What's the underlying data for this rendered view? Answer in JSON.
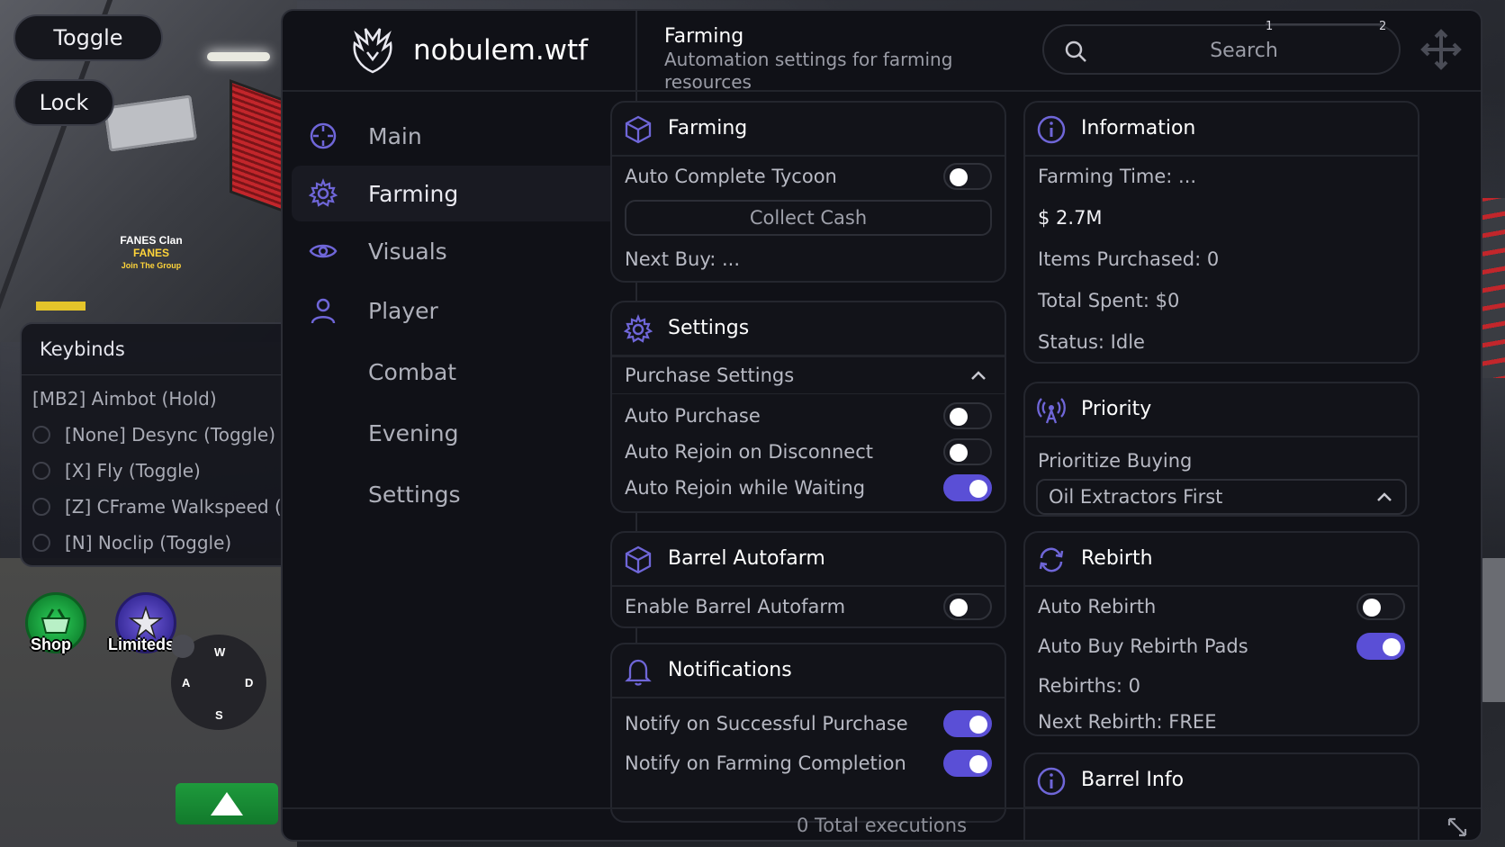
{
  "overlay": {
    "toggle_label": "Toggle",
    "lock_label": "Lock"
  },
  "game": {
    "sign": [
      "FANES Clan",
      "FANES",
      "Join The Group"
    ],
    "shop_label": "Shop",
    "limited_label": "Limiteds",
    "dpad": {
      "up": "W",
      "left": "A",
      "right": "D",
      "down": "S"
    }
  },
  "keybinds": {
    "title": "Keybinds",
    "items": [
      {
        "label": "[MB2] Aimbot (Hold)",
        "dot": false
      },
      {
        "label": "[None] Desync (Toggle)",
        "dot": true
      },
      {
        "label": "[X] Fly (Toggle)",
        "dot": true
      },
      {
        "label": "[Z] CFrame Walkspeed (Toggle)",
        "dot": true
      },
      {
        "label": "[N] Noclip (Toggle)",
        "dot": true
      }
    ]
  },
  "window": {
    "logo": "nobulem.wtf",
    "nav": [
      {
        "label": "Main",
        "icon": "compass-icon",
        "active": false
      },
      {
        "label": "Farming",
        "icon": "gear-icon",
        "active": true
      },
      {
        "label": "Visuals",
        "icon": "eye-icon",
        "active": false
      },
      {
        "label": "Player",
        "icon": "user-icon",
        "active": false
      },
      {
        "label": "Combat",
        "icon": "",
        "active": false
      },
      {
        "label": "Evening",
        "icon": "",
        "active": false
      },
      {
        "label": "Settings",
        "icon": "",
        "active": false
      }
    ],
    "header": {
      "title": "Farming",
      "subtitle": "Automation settings for farming resources",
      "search_placeholder": "Search",
      "page_1": "1",
      "page_2": "2"
    },
    "footer": "0 Total executions",
    "accent": "#5a4fd6"
  },
  "farming": {
    "title": "Farming",
    "auto_complete_label": "Auto Complete Tycoon",
    "auto_complete_on": false,
    "collect_cash_label": "Collect Cash",
    "next_buy": "Next Buy: ..."
  },
  "settings": {
    "title": "Settings",
    "purchase_settings_label": "Purchase Settings",
    "auto_purchase_label": "Auto Purchase",
    "auto_purchase_on": false,
    "rejoin_disconnect_label": "Auto Rejoin on Disconnect",
    "rejoin_disconnect_on": false,
    "rejoin_waiting_label": "Auto Rejoin while Waiting",
    "rejoin_waiting_on": true
  },
  "barrel": {
    "title": "Barrel Autofarm",
    "enable_label": "Enable Barrel Autofarm",
    "enable_on": false
  },
  "notifications": {
    "title": "Notifications",
    "purchase_label": "Notify on Successful Purchase",
    "purchase_on": true,
    "completion_label": "Notify on Farming Completion",
    "completion_on": true
  },
  "information": {
    "title": "Information",
    "farming_time": "Farming Time: ...",
    "cash": "$ 2.7M",
    "items_purchased": "Items Purchased: 0",
    "total_spent": "Total Spent: $0",
    "status": "Status: Idle"
  },
  "priority": {
    "title": "Priority",
    "prioritize_label": "Prioritize Buying",
    "selected": "Oil Extractors First"
  },
  "rebirth": {
    "title": "Rebirth",
    "auto_rebirth_label": "Auto Rebirth",
    "auto_rebirth_on": false,
    "auto_buy_pads_label": "Auto Buy Rebirth Pads",
    "auto_buy_pads_on": true,
    "rebirths": "Rebirths: 0",
    "next_rebirth": "Next Rebirth: FREE"
  },
  "barrel_info": {
    "title": "Barrel Info"
  }
}
